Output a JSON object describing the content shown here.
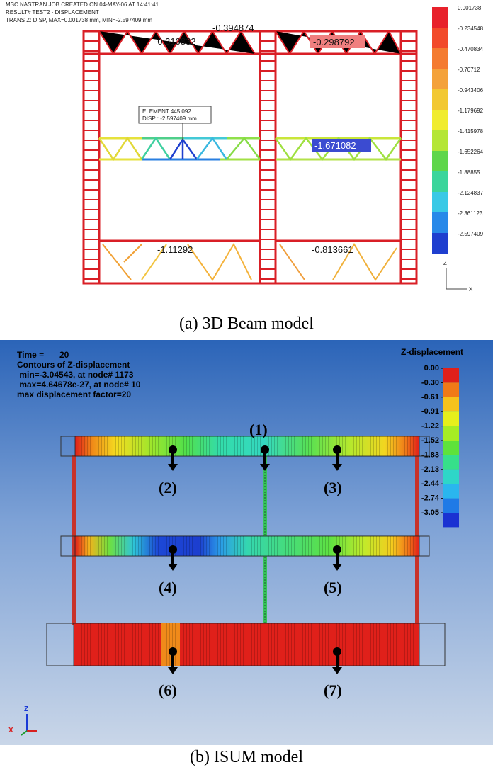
{
  "panel_a": {
    "caption": "(a) 3D Beam model",
    "header": [
      "MSC.NASTRAN JOB CREATED ON 04-MAY-06 AT 14:41:41",
      "RESULT# TEST2 - DISPLACEMENT",
      "TRANS Z: DISP, MAX=0.001738 mm, MIN=-2.597409 mm"
    ],
    "top_center_value": "-0.394874",
    "values": {
      "top_left": "-0.310832",
      "top_right": "-0.298792",
      "mid_right": "-1.671082",
      "bottom_left": "-1.11292",
      "bottom_right": "-0.813661"
    },
    "callout": {
      "line1": "ELEMENT 445,092",
      "line2": "DISP : -2.597409 mm"
    },
    "legend": {
      "labels": [
        "0.001738",
        "-0.234548",
        "-0.470834",
        "-0.70712",
        "-0.943406",
        "-1.179692",
        "-1.415978",
        "-1.652264",
        "-1.88855",
        "-2.124837",
        "-2.361123",
        "-2.597409"
      ],
      "colors": [
        "#e8212b",
        "#f24a2a",
        "#f47b30",
        "#f4a23a",
        "#f2c832",
        "#f0ec2e",
        "#b4e636",
        "#5fd64a",
        "#3bd59b",
        "#39c9e6",
        "#2889e9",
        "#1f3fcf"
      ]
    },
    "axis": {
      "z": "Z",
      "x": "X"
    }
  },
  "panel_b": {
    "caption": "(b) ISUM model",
    "time_label": "Time =",
    "time_value": "20",
    "info": [
      "Contours of Z-displacement",
      " min=-3.04543, at node# 1173",
      " max=4.64678e-27, at node# 10",
      "max displacement factor=20"
    ],
    "legend_title": "Z-displacement",
    "legend": {
      "labels": [
        "0.00",
        "-0.30",
        "-0.61",
        "-0.91",
        "-1.22",
        "-1.52",
        "-1.83",
        "-2.13",
        "-2.44",
        "-2.74",
        "-3.05"
      ],
      "colors": [
        "#e0201a",
        "#f07a18",
        "#f6c21c",
        "#e6ef1c",
        "#a6ec24",
        "#5ee23a",
        "#36e08a",
        "#2ed6c8",
        "#2ab6ee",
        "#1f7ae6",
        "#1a32d2"
      ]
    },
    "points": [
      "(1)",
      "(2)",
      "(3)",
      "(4)",
      "(5)",
      "(6)",
      "(7)"
    ],
    "axis": {
      "z": "Z",
      "x": "X"
    }
  }
}
